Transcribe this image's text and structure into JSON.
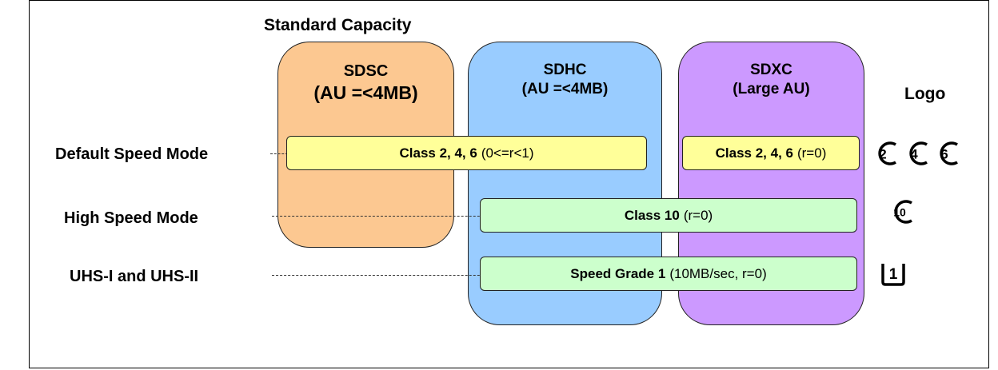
{
  "header": {
    "standard_capacity": "Standard Capacity",
    "logo": "Logo"
  },
  "columns": [
    {
      "id": "sdsc",
      "name": "SDSC",
      "au": "(AU =<4MB)",
      "color": "#fcc891"
    },
    {
      "id": "sdhc",
      "name": "SDHC",
      "au": "(AU =<4MB)",
      "color": "#99ccff"
    },
    {
      "id": "sdxc",
      "name": "SDXC",
      "au": "(Large AU)",
      "color": "#cc99ff"
    }
  ],
  "modes": {
    "default": "Default Speed Mode",
    "high": "High Speed Mode",
    "uhs": "UHS-I and UHS-II"
  },
  "bars": {
    "default_sdsc_sdhc": {
      "bold": "Class 2, 4, 6",
      "rest": "(0<=r<1)"
    },
    "default_sdxc": {
      "bold": "Class 2, 4, 6",
      "rest": "(r=0)"
    },
    "high": {
      "bold": "Class 10",
      "rest": "(r=0)"
    },
    "uhs": {
      "bold": "Speed Grade 1",
      "rest": "(10MB/sec, r=0)"
    }
  },
  "logos": {
    "class_2": "2",
    "class_4": "4",
    "class_6": "6",
    "class_10": "10",
    "uhs_1": "1"
  },
  "icons": [
    "class-2-logo-icon",
    "class-4-logo-icon",
    "class-6-logo-icon",
    "class-10-logo-icon",
    "uhs-speed-grade-1-icon"
  ]
}
